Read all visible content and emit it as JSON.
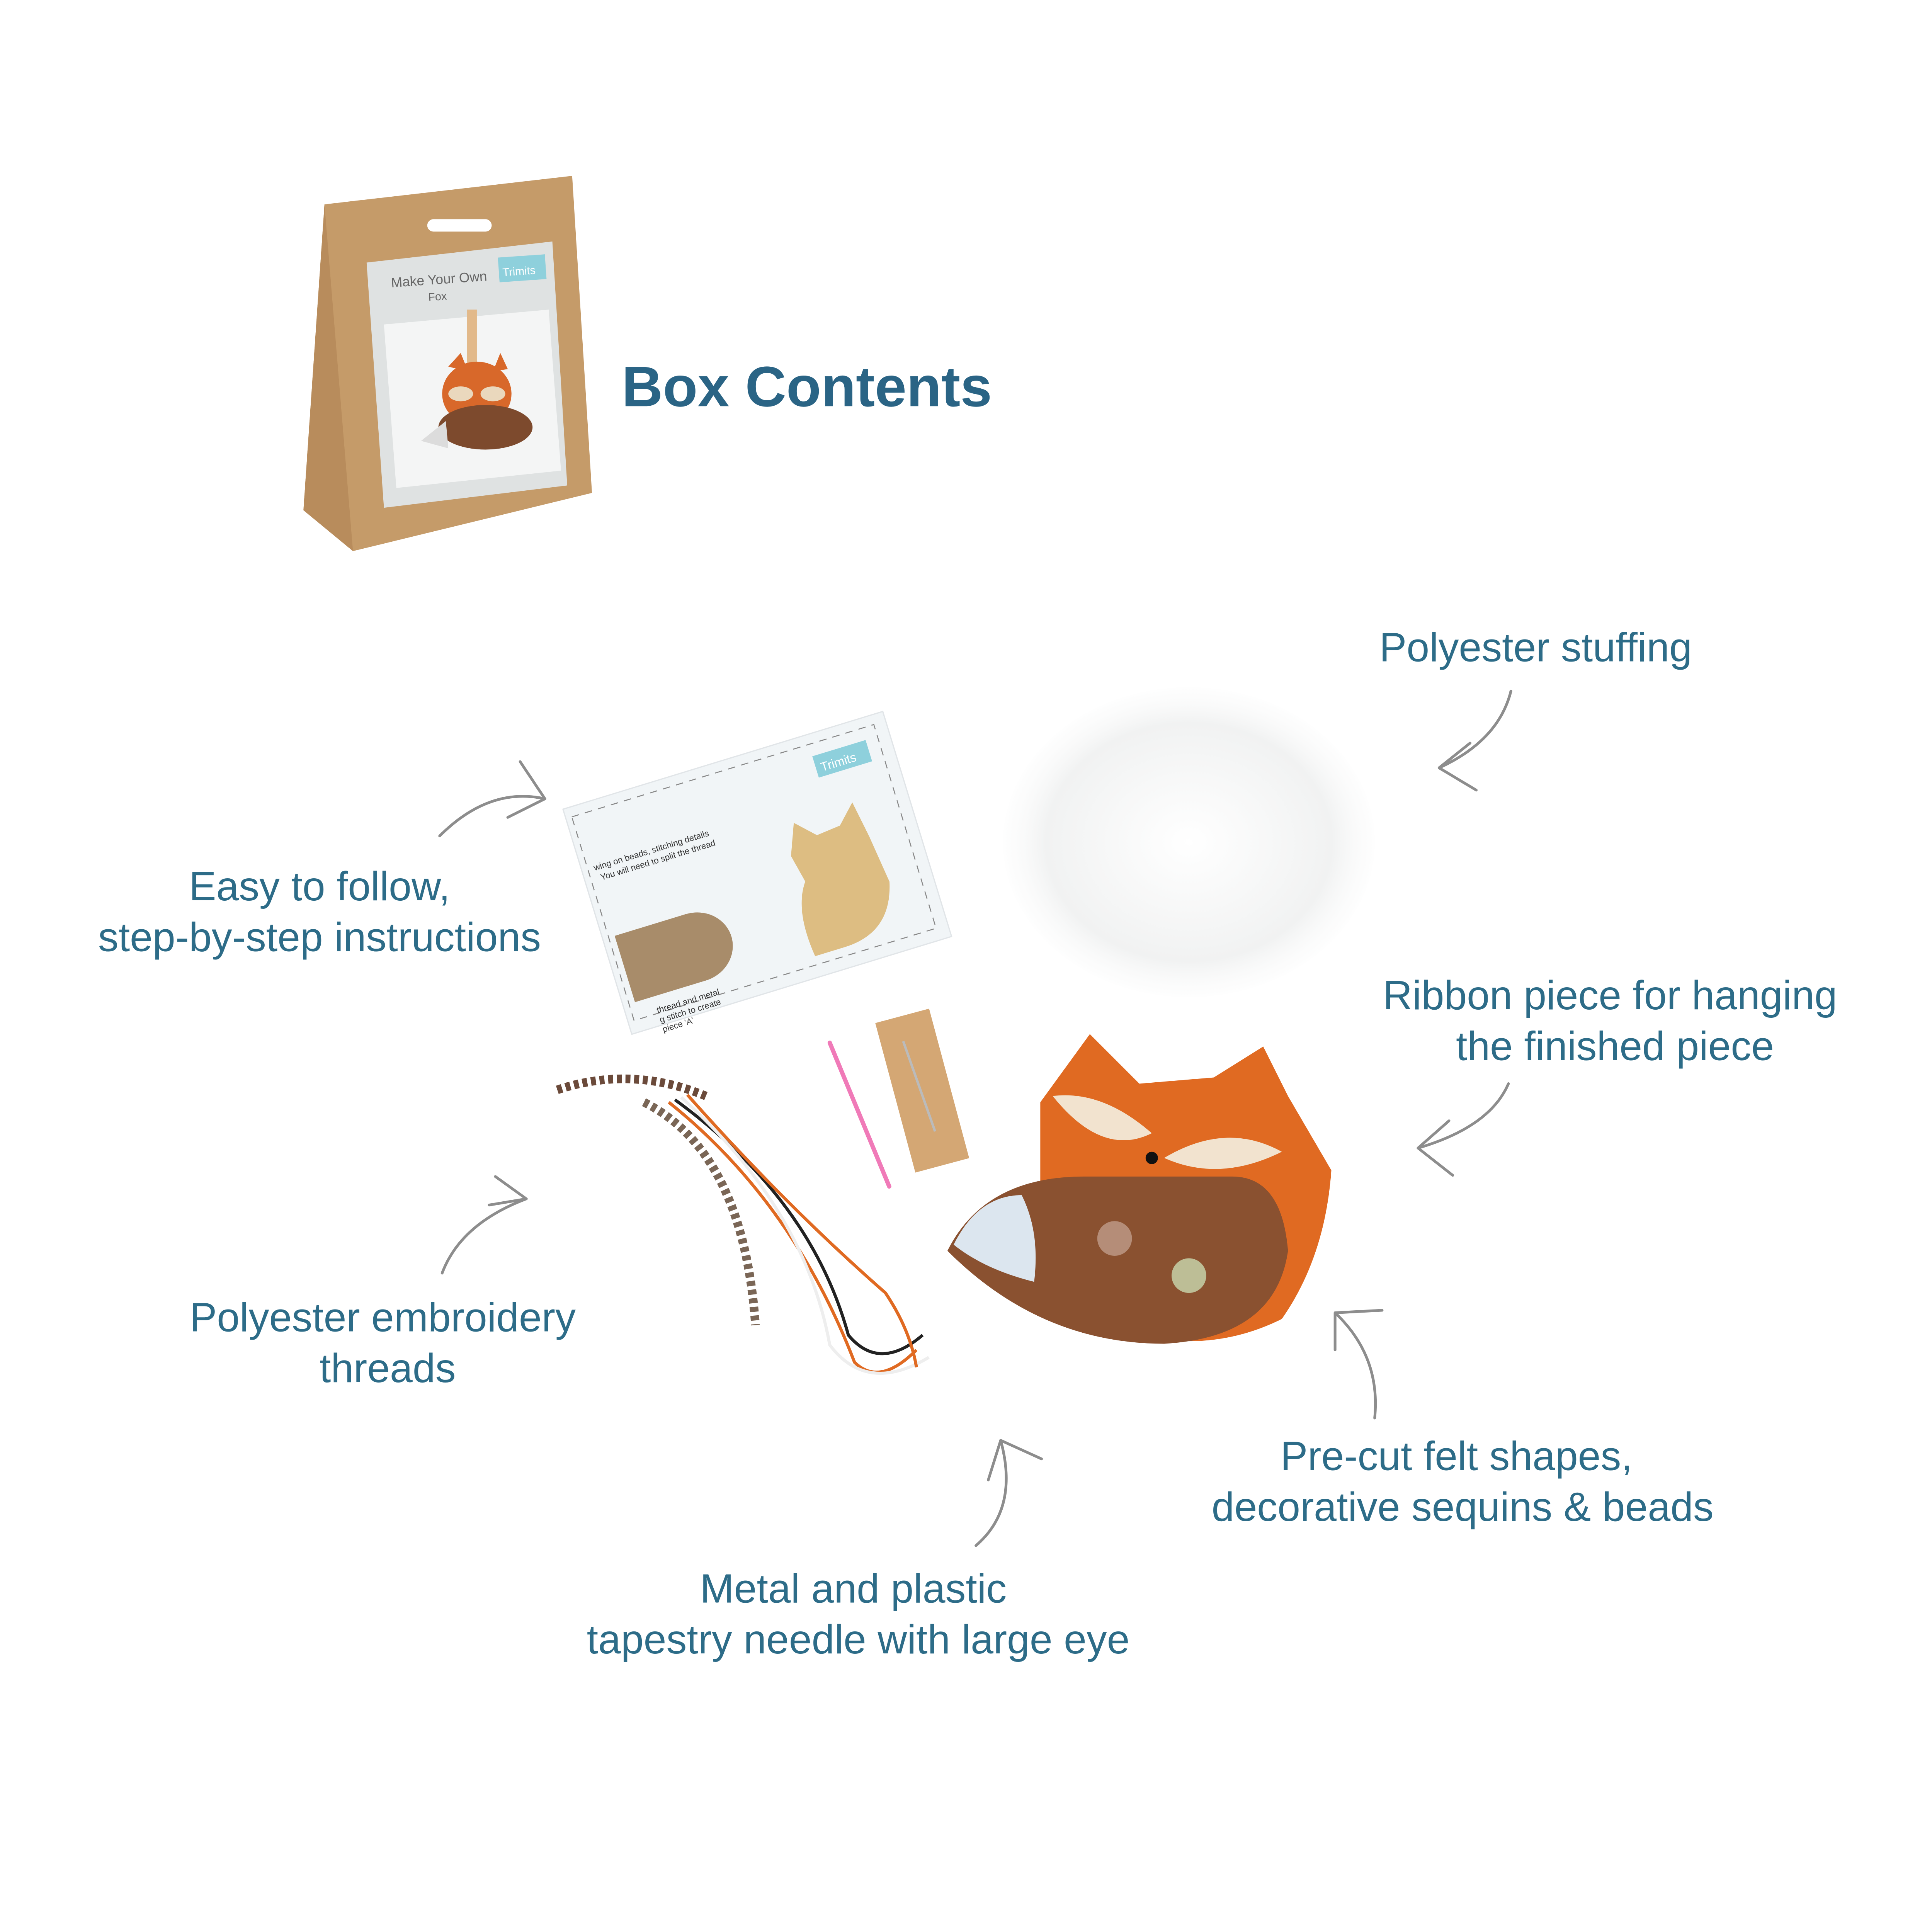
{
  "title": "Box Contents",
  "package": {
    "line1": "Make Your Own",
    "line2": "Fox",
    "brand": "Trimits"
  },
  "instructions_sheet": {
    "brand": "Trimits",
    "text_lines": [
      "wing on beads, stitching details",
      "You will need to split the thread",
      "thread and metal",
      "g stitch to create",
      "piece 'A'"
    ]
  },
  "labels": {
    "stuffing": [
      "Polyester stuffing"
    ],
    "instructions": [
      "Easy to follow,",
      "step-by-step instructions"
    ],
    "ribbon": [
      "Ribbon piece for hanging",
      "the finished piece"
    ],
    "threads": [
      "Polyester embroidery",
      "threads"
    ],
    "felt": [
      "Pre-cut felt shapes,",
      "decorative sequins & beads"
    ],
    "needle": [
      "Metal and plastic",
      "tapestry needle with large eye"
    ]
  },
  "colors": {
    "text": "#2d6c88",
    "title": "#2a6485",
    "kraft": "#c49a68",
    "fox_orange": "#e06a22",
    "fox_brown": "#8a5130"
  }
}
